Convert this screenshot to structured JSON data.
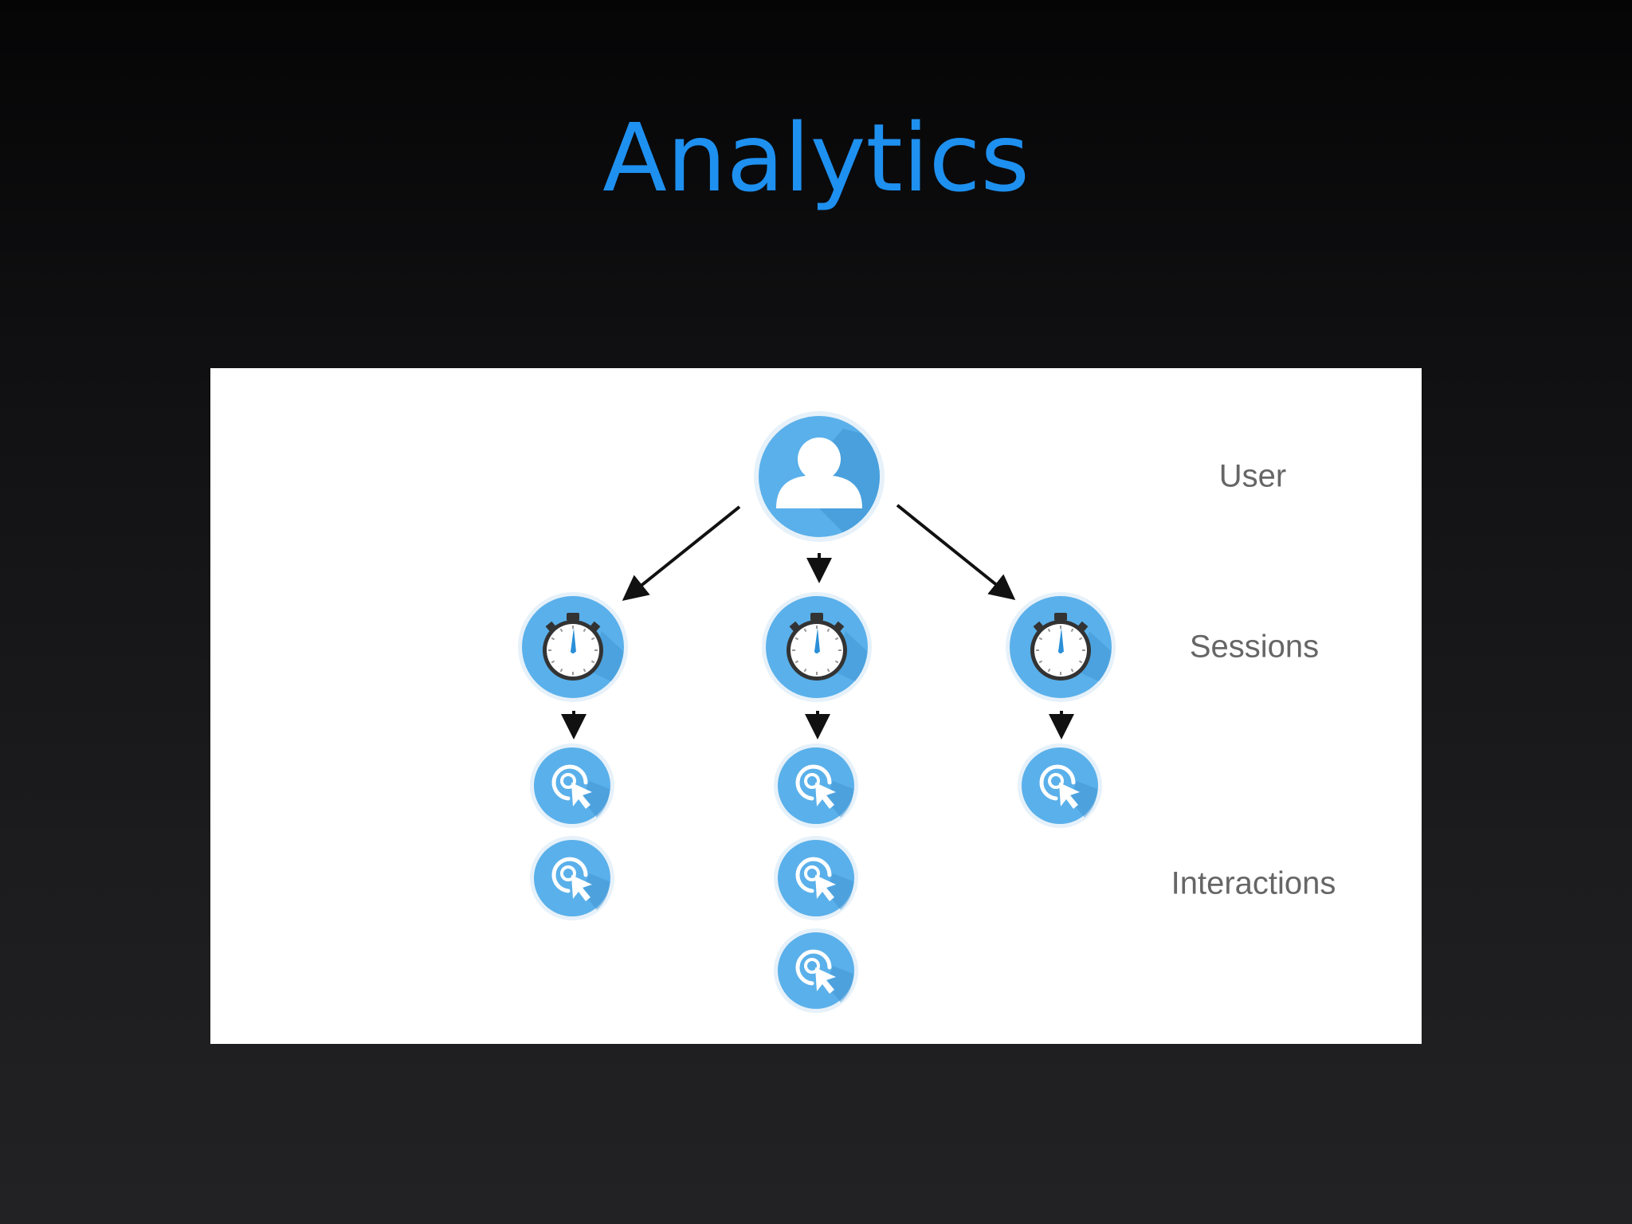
{
  "title": "Analytics",
  "levels": {
    "user": "User",
    "sessions": "Sessions",
    "interactions": "Interactions"
  },
  "hierarchy": {
    "root": {
      "icon": "user-icon"
    },
    "sessions": [
      {
        "icon": "stopwatch-icon",
        "interaction_count": 2
      },
      {
        "icon": "stopwatch-icon",
        "interaction_count": 3
      },
      {
        "icon": "stopwatch-icon",
        "interaction_count": 1
      }
    ],
    "interaction_icon": "click-cursor-icon"
  },
  "colors": {
    "title": "#1e90f0",
    "node_blue": "#5ab0ea",
    "node_shadow": "#3d93d1",
    "label_gray": "#666666",
    "arrow": "#111111"
  }
}
